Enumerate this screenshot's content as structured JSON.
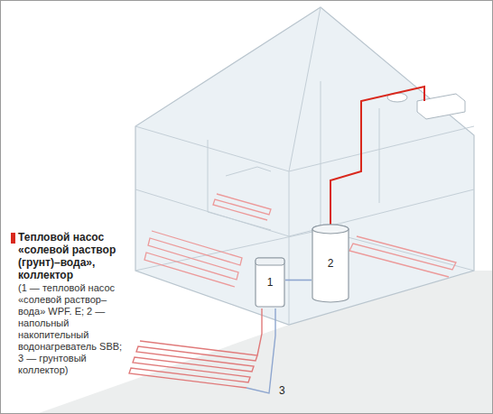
{
  "diagram": {
    "title": "Тепловой насос «солевой раствор (грунт)–вода», коллектор",
    "caption": "(1 — тепловой насос «солевой раствор–вода» WPF. E; 2 — напольный накопительный водонагреватель SBB; 3 — грунтовый коллектор)",
    "nodes": [
      {
        "text": [
          "1"
        ]
      },
      {
        "text": [
          "2"
        ]
      }
    ],
    "edges": [
      {
        "from": 0,
        "to": 1,
        "arrow": "none"
      }
    ],
    "labels": [
      "3"
    ]
  }
}
